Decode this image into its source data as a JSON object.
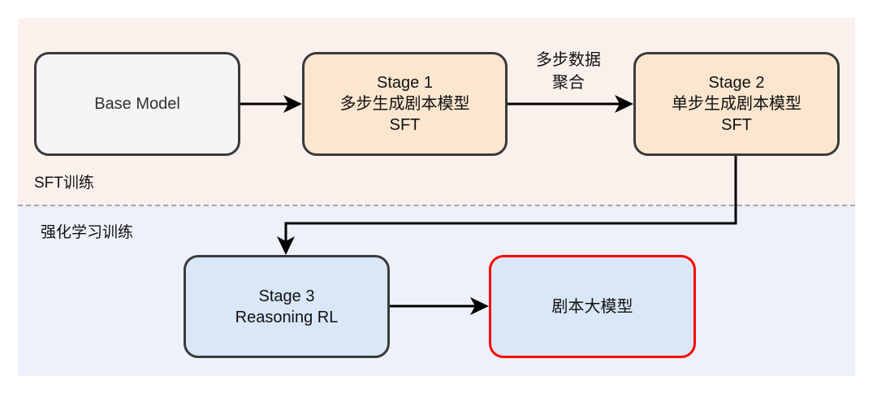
{
  "zones": {
    "sft": {
      "label": "SFT训练",
      "color": "#fbf1ec"
    },
    "rl": {
      "label": "强化学习训练",
      "color": "#eef1fa"
    }
  },
  "nodes": {
    "base": {
      "lines": [
        "Base Model"
      ],
      "fill": "#f5f5f5",
      "stroke": "#3a3a3a"
    },
    "stage1": {
      "lines": [
        "Stage 1",
        "多步生成剧本模型",
        "SFT"
      ],
      "fill": "#fde6cf",
      "stroke": "#3a3a3a"
    },
    "stage2": {
      "lines": [
        "Stage 2",
        "单步生成剧本模型",
        "SFT"
      ],
      "fill": "#fde6cf",
      "stroke": "#3a3a3a"
    },
    "stage3": {
      "lines": [
        "Stage 3",
        "Reasoning RL"
      ],
      "fill": "#d9e7f8",
      "stroke": "#3a3a3a"
    },
    "final": {
      "lines": [
        "剧本大模型"
      ],
      "fill": "#d9e7f8",
      "stroke": "#ff0000"
    }
  },
  "edges": [
    {
      "from": "base",
      "to": "stage1",
      "label": ""
    },
    {
      "from": "stage1",
      "to": "stage2",
      "label_lines": [
        "多步数据",
        "聚合"
      ]
    },
    {
      "from": "stage2",
      "to": "stage3",
      "label": ""
    },
    {
      "from": "stage3",
      "to": "final",
      "label": ""
    }
  ]
}
